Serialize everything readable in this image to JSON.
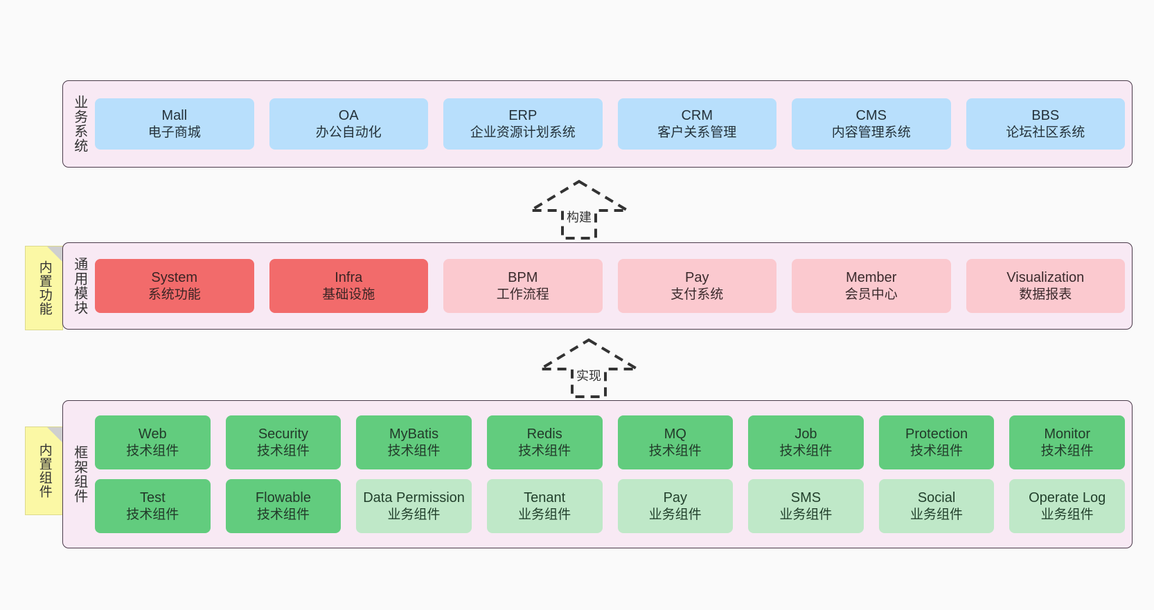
{
  "diagram": {
    "background_color": "#fafafa",
    "layer_fill": "#f8e9f4",
    "layer_border": "#4a3a4a",
    "note_fill": "#fbf8a5"
  },
  "layers": [
    {
      "id": "business",
      "title": "业务系统",
      "color": "#b8dffc",
      "rows": [
        [
          {
            "en": "Mall",
            "cn": "电子商城"
          },
          {
            "en": "OA",
            "cn": "办公自动化"
          },
          {
            "en": "ERP",
            "cn": "企业资源计划系统"
          },
          {
            "en": "CRM",
            "cn": "客户关系管理"
          },
          {
            "en": "CMS",
            "cn": "内容管理系统"
          },
          {
            "en": "BBS",
            "cn": "论坛社区系统"
          }
        ]
      ]
    },
    {
      "id": "common",
      "title": "通用模块",
      "color_primary": "#f26b6b",
      "color_secondary": "#fbc9cf",
      "rows": [
        [
          {
            "en": "System",
            "cn": "系统功能"
          },
          {
            "en": "Infra",
            "cn": "基础设施"
          },
          {
            "en": "BPM",
            "cn": "工作流程"
          },
          {
            "en": "Pay",
            "cn": "支付系统"
          },
          {
            "en": "Member",
            "cn": "会员中心"
          },
          {
            "en": "Visualization",
            "cn": "数据报表"
          }
        ]
      ]
    },
    {
      "id": "framework",
      "title": "框架组件",
      "color_primary": "#62cc7e",
      "color_secondary": "#bfe8c8",
      "rows": [
        [
          {
            "en": "Web",
            "cn": "技术组件"
          },
          {
            "en": "Security",
            "cn": "技术组件"
          },
          {
            "en": "MyBatis",
            "cn": "技术组件"
          },
          {
            "en": "Redis",
            "cn": "技术组件"
          },
          {
            "en": "MQ",
            "cn": "技术组件"
          },
          {
            "en": "Job",
            "cn": "技术组件"
          },
          {
            "en": "Protection",
            "cn": "技术组件"
          },
          {
            "en": "Monitor",
            "cn": "技术组件"
          }
        ],
        [
          {
            "en": "Test",
            "cn": "技术组件"
          },
          {
            "en": "Flowable",
            "cn": "技术组件"
          },
          {
            "en": "Data Permission",
            "cn": "业务组件"
          },
          {
            "en": "Tenant",
            "cn": "业务组件"
          },
          {
            "en": "Pay",
            "cn": "业务组件"
          },
          {
            "en": "SMS",
            "cn": "业务组件"
          },
          {
            "en": "Social",
            "cn": "业务组件"
          },
          {
            "en": "Operate Log",
            "cn": "业务组件"
          }
        ]
      ]
    }
  ],
  "notes": [
    {
      "id": "builtin-function",
      "label": "内置功能"
    },
    {
      "id": "builtin-component",
      "label": "内置组件"
    }
  ],
  "arrows": [
    {
      "id": "build",
      "label": "构建"
    },
    {
      "id": "realize",
      "label": "实现"
    }
  ]
}
